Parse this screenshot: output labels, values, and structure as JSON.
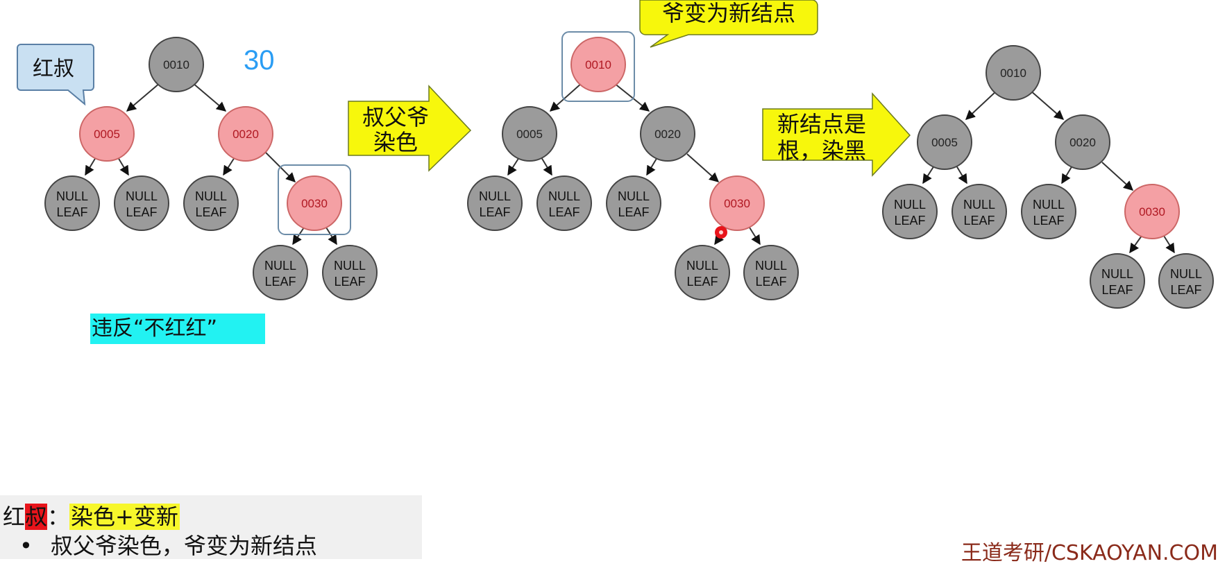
{
  "colors": {
    "black_node": "#9b9b9b",
    "red_node": "#f4a0a4",
    "callout_yellow": "#f7f70c",
    "bubble_blue": "#c9e0f2",
    "highlight_cyan": "#22f2f2"
  },
  "insert_value": "30",
  "bubble_red_uncle": "红叔",
  "callout_recolor": [
    "叔父爷",
    "染色"
  ],
  "callout_new_node": "爷变为新结点",
  "callout_root_black": [
    "新结点是",
    "根，染黑"
  ],
  "violation_text": "违反“不红红”",
  "null_leaf": [
    "NULL",
    "LEAF"
  ],
  "trees": [
    {
      "root": "0010",
      "left": "0005",
      "right": "0020",
      "inserted": "0030"
    },
    {
      "root": "0010",
      "left": "0005",
      "right": "0020",
      "inserted": "0030"
    },
    {
      "root": "0010",
      "left": "0005",
      "right": "0020",
      "inserted": "0030"
    }
  ],
  "note": {
    "prefix": "红",
    "highlight_char": "叔",
    "colon": "：",
    "rule": "染色+变新",
    "bullet": "•",
    "detail": "叔父爷染色，爷变为新结点"
  },
  "watermark": "王道考研/CSKAOYAN.COM"
}
